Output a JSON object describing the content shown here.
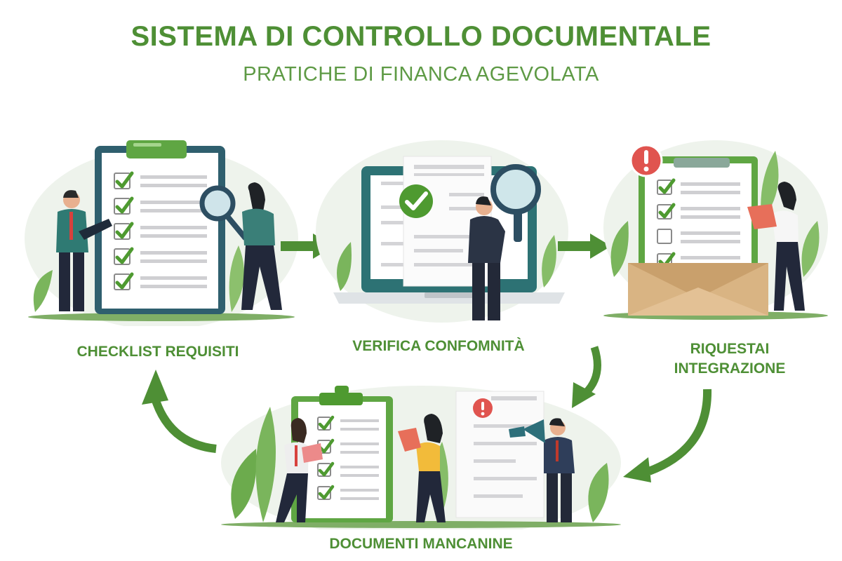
{
  "header": {
    "title": "SISTEMA DI CONTROLLO DOCUMENTALE",
    "subtitle": "PRATICHE DI FINANCA AGEVOLATA"
  },
  "steps": [
    {
      "id": "checklist",
      "label": "CHECKLIST REQUISITI",
      "checkboxes": [
        true,
        true,
        true,
        true,
        true
      ]
    },
    {
      "id": "verifica",
      "label": "VERIFICA CONFOMNITÀ",
      "status_icon": "green-check-circle"
    },
    {
      "id": "richiesta",
      "label_line1": "RIQUESTAI",
      "label_line2": "INTEGRAZIONE",
      "alert_icon": "red-exclamation-circle",
      "checkboxes": [
        true,
        true,
        false,
        true
      ]
    },
    {
      "id": "mancanti",
      "label": "DOCUMENTI MANCANINE",
      "checkboxes": [
        true,
        true,
        true,
        true
      ],
      "alert_icon": "red-exclamation-circle"
    }
  ],
  "flow_arrows": [
    {
      "from": "checklist",
      "to": "verifica",
      "direction": "right"
    },
    {
      "from": "verifica",
      "to": "richiesta",
      "direction": "right"
    },
    {
      "from": "verifica",
      "to": "mancanti",
      "direction": "curved-down"
    },
    {
      "from": "richiesta",
      "to": "mancanti",
      "direction": "curved-down-left"
    },
    {
      "from": "mancanti",
      "to": "checklist",
      "direction": "curved-up"
    }
  ],
  "colors": {
    "primary_green": "#4e8f35",
    "light_green": "#6aab4a",
    "teal_frame": "#2f5f6e",
    "alert_red": "#e0544f",
    "envelope": "#d9b483",
    "bg_blob": "#eef3ec"
  }
}
